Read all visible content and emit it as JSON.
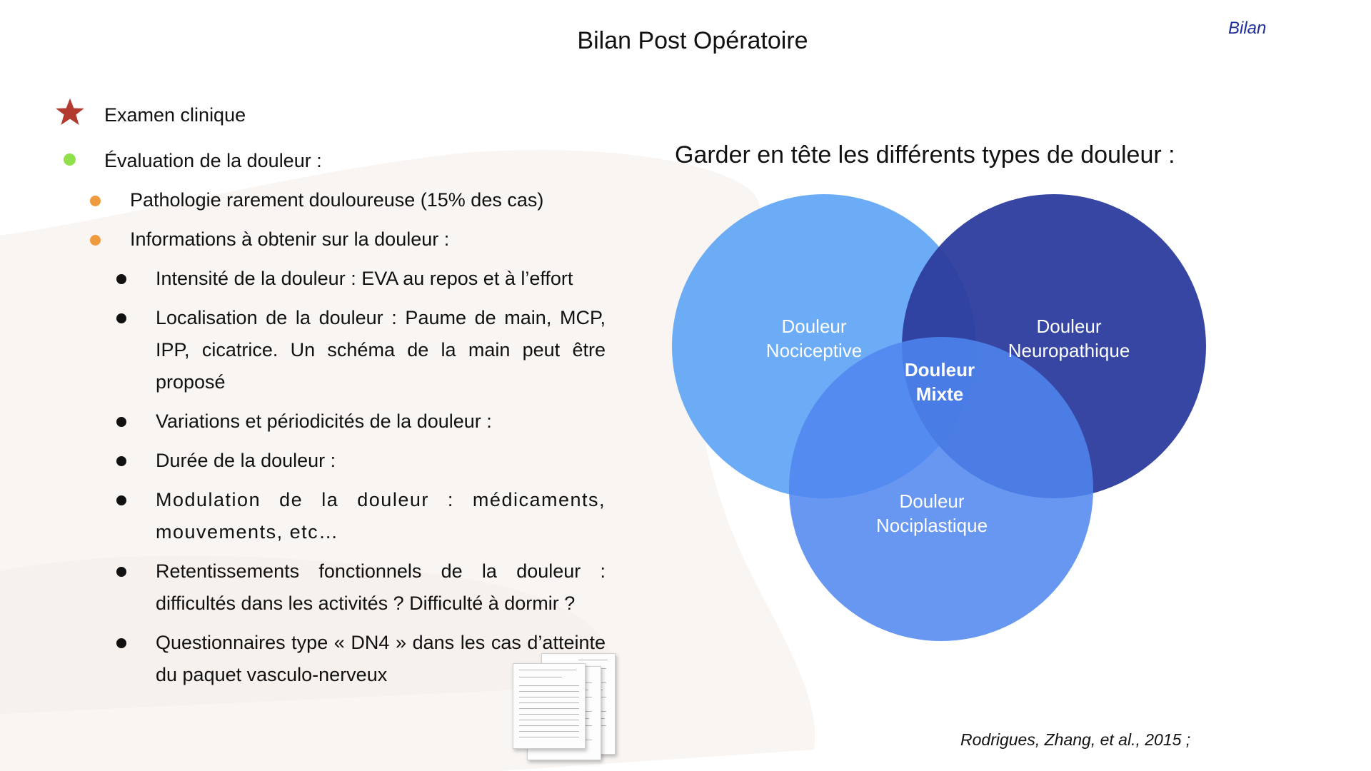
{
  "slide": {
    "title": "Bilan Post Opératoire",
    "section_tag": "Bilan"
  },
  "left": {
    "main_item": "Examen clinique",
    "level1": "Évaluation de la douleur :",
    "level2": [
      "Pathologie rarement douloureuse (15% des cas)",
      "Informations à obtenir sur la douleur :"
    ],
    "level3": [
      "Intensité de la douleur : EVA au repos et à l’effort",
      "Localisation de la douleur : Paume de main, MCP, IPP, cicatrice. Un schéma de la main peut être proposé",
      "Variations et périodicités de la douleur :",
      "Durée de la douleur :",
      "Modulation de la douleur : médicaments, mouvements, etc…",
      "Retentissements fonctionnels de la douleur : difficultés dans les activités ? Difficulté à dormir ?",
      "Questionnaires type « DN4 » dans les cas d’atteinte du paquet vasculo-nerveux"
    ]
  },
  "right": {
    "heading": "Garder en tête les différents types de douleur :",
    "venn": {
      "circles": [
        {
          "label_line1": "Douleur",
          "label_line2": "Nociceptive",
          "color": "#60a5f5"
        },
        {
          "label_line1": "Douleur",
          "label_line2": "Neuropathique",
          "color": "#2e3e9e"
        },
        {
          "label_line1": "Douleur",
          "label_line2": "Nociplastique",
          "color": "#4f86f0"
        }
      ],
      "center_label_line1": "Douleur",
      "center_label_line2": "Mixte"
    }
  },
  "citation": "Rodrigues, Zhang, et al., 2015 ;",
  "colors": {
    "star": "#b23a2e",
    "bullet_level1": "#8fe04a",
    "bullet_level2": "#ef9a3c",
    "bullet_level3": "#111111",
    "section_tag": "#1d2d9a"
  }
}
